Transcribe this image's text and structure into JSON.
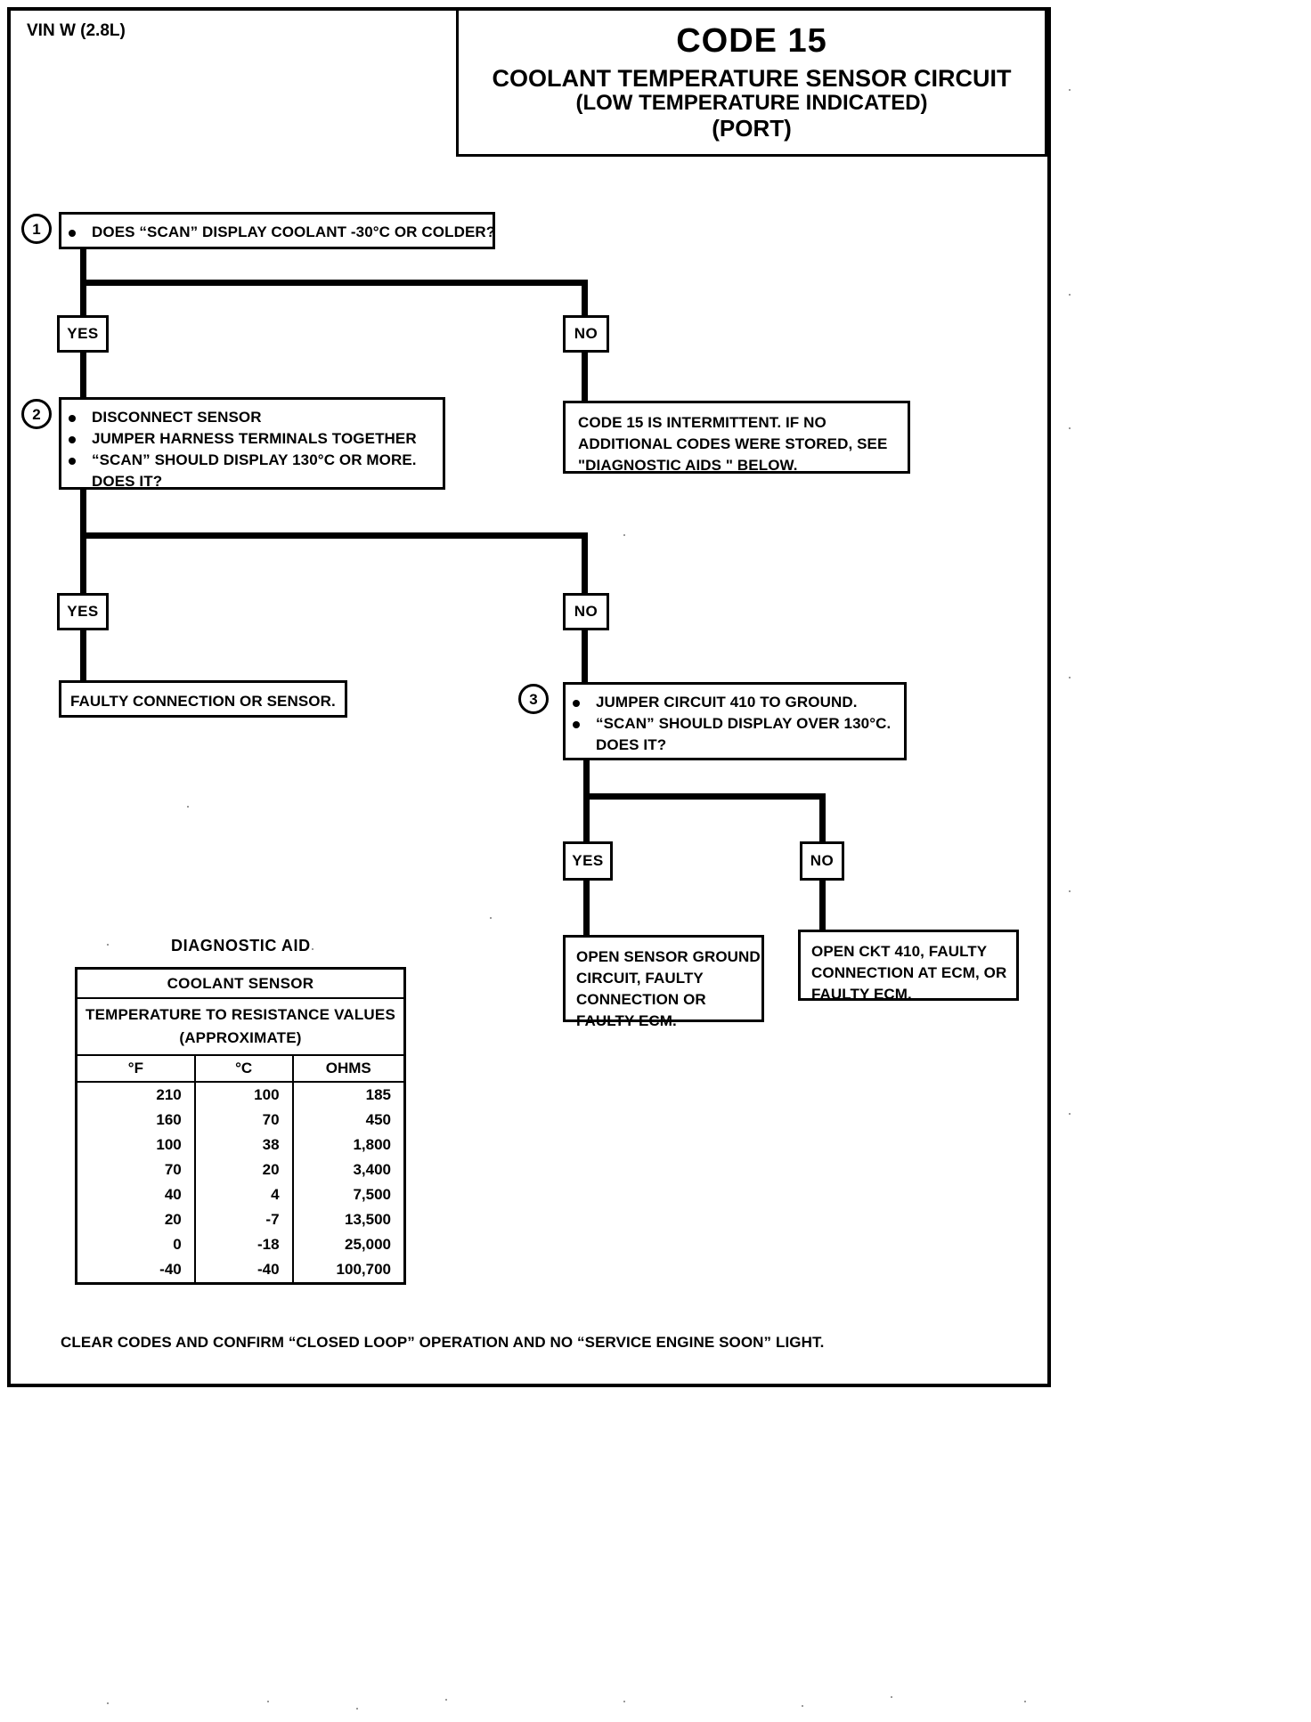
{
  "header": {
    "vin": "VIN W (2.8L)",
    "code": "CODE 15",
    "title": "COOLANT TEMPERATURE SENSOR CIRCUIT",
    "subtitle": "(LOW TEMPERATURE INDICATED)",
    "port": "(PORT)"
  },
  "steps": {
    "one": {
      "number": "1",
      "line1": "DOES “SCAN” DISPLAY COOLANT -30°C OR COLDER?"
    },
    "two": {
      "number": "2",
      "line1": "DISCONNECT SENSOR",
      "line2": "JUMPER HARNESS TERMINALS TOGETHER",
      "line3": "“SCAN” SHOULD DISPLAY 130°C OR MORE.",
      "line4": "DOES IT?"
    },
    "three": {
      "number": "3",
      "line1": "JUMPER CIRCUIT 410 TO GROUND.",
      "line2": "“SCAN” SHOULD DISPLAY OVER 130°C.",
      "line3": "DOES IT?"
    }
  },
  "branches": {
    "yes1": "YES",
    "no1": "NO",
    "yes2": "YES",
    "no2": "NO",
    "yes3": "YES",
    "no3": "NO"
  },
  "results": {
    "intermittent": {
      "line1": "CODE 15 IS INTERMITTENT.  IF NO",
      "line2": "ADDITIONAL CODES WERE STORED,  SEE",
      "line3": "\"DIAGNOSTIC AIDS \" BELOW."
    },
    "faulty_connection": "FAULTY CONNECTION OR SENSOR.",
    "open_sensor_ground": {
      "line1": "OPEN SENSOR GROUND",
      "line2": "CIRCUIT, FAULTY",
      "line3": "CONNECTION OR",
      "line4": "FAULTY ECM."
    },
    "open_ckt_410": {
      "line1": "OPEN CKT 410, FAULTY",
      "line2": "CONNECTION AT ECM, OR",
      "line3": "FAULTY ECM."
    }
  },
  "diagnostic_aid": {
    "title": "DIAGNOSTIC  AID",
    "table_title": "COOLANT SENSOR",
    "table_subtitle_1": "TEMPERATURE TO RESISTANCE VALUES",
    "table_subtitle_2": "(APPROXIMATE)",
    "columns": [
      "°F",
      "°C",
      "OHMS"
    ],
    "rows": [
      [
        "210",
        "100",
        "185"
      ],
      [
        "160",
        "70",
        "450"
      ],
      [
        "100",
        "38",
        "1,800"
      ],
      [
        "70",
        "20",
        "3,400"
      ],
      [
        "40",
        "4",
        "7,500"
      ],
      [
        "20",
        "-7",
        "13,500"
      ],
      [
        "0",
        "-18",
        "25,000"
      ],
      [
        "-40",
        "-40",
        "100,700"
      ]
    ]
  },
  "footer": "CLEAR CODES AND CONFIRM “CLOSED LOOP”  OPERATION AND NO “SERVICE ENGINE SOON” LIGHT.",
  "colors": {
    "ink": "#000000",
    "paper": "#ffffff"
  }
}
